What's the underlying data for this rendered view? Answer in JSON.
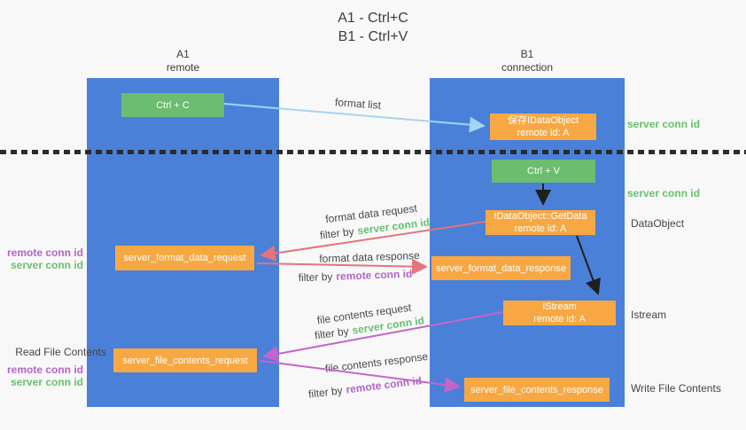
{
  "title": {
    "line1": "A1 - Ctrl+C",
    "line2": "B1 - Ctrl+V"
  },
  "lanes": {
    "a1": {
      "title": "A1",
      "subtitle": "remote"
    },
    "b1": {
      "title": "B1",
      "subtitle": "connection"
    }
  },
  "nodes": {
    "ctrl_c": {
      "label": "Ctrl + C"
    },
    "ctrl_v": {
      "label": "Ctrl + V"
    },
    "save_dataobject": {
      "line1": "保存IDataObject",
      "line2": "remote id: A"
    },
    "getdata": {
      "line1": "IDataObject::GetData",
      "line2": "remote id: A"
    },
    "server_format_data_request": {
      "label": "server_format_data_request"
    },
    "server_format_data_response": {
      "label": "server_format_data_response"
    },
    "istream": {
      "line1": "IStream",
      "line2": "remote id: A"
    },
    "server_file_contents_request": {
      "label": "server_file_contents_request"
    },
    "server_file_contents_response": {
      "label": "server_file_contents_response"
    }
  },
  "right_labels": {
    "server_conn_id_top": "server conn id",
    "server_conn_id_mid": "server conn id",
    "dataobject": "DataObject",
    "istream": "Istream",
    "write_file_contents": "Write File Contents"
  },
  "left_labels": {
    "remote_conn_id_top": "remote conn id",
    "server_conn_id_top": "server conn id",
    "read_file_contents": "Read File Contents",
    "remote_conn_id_bottom": "remote conn id",
    "server_conn_id_bottom": "server conn id"
  },
  "arrow_labels": {
    "format_list": "format list",
    "format_data_request": "format data request",
    "format_data_request_filter_by": "filter by",
    "format_data_request_filter_value": "server conn id",
    "format_data_response": "format data response",
    "format_data_response_filter_by": "filter by",
    "format_data_response_filter_value": "remote conn id",
    "file_contents_request": "file contents request",
    "file_contents_request_filter_by": "filter by",
    "file_contents_request_filter_value": "server conn id",
    "file_contents_response": "file contents response",
    "file_contents_response_filter_by": "filter by",
    "file_contents_response_filter_value": "remote conn id"
  },
  "colors": {
    "lane_blue": "#4a80d8",
    "node_green": "#6dbd70",
    "node_orange": "#f7a843",
    "accent_green": "#67c06e",
    "accent_purple": "#b165c8",
    "arrow_salmon": "#e5747b",
    "arrow_magenta": "#c565cb",
    "arrow_lightblue": "#a5d3f3",
    "arrow_black": "#1f1f1f"
  }
}
